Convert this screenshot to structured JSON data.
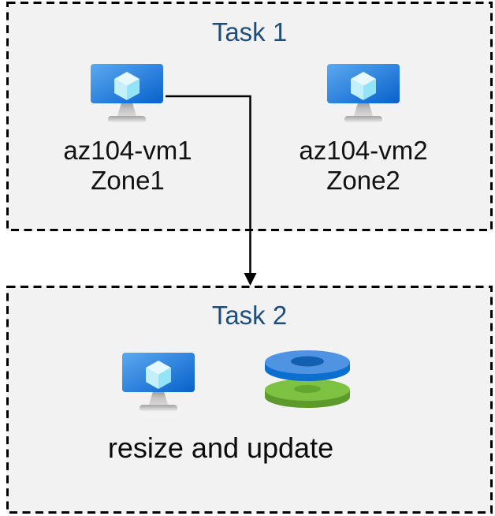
{
  "task1": {
    "title": "Task 1",
    "vms": [
      {
        "name": "az104-vm1",
        "zone": "Zone1"
      },
      {
        "name": "az104-vm2",
        "zone": "Zone2"
      }
    ]
  },
  "task2": {
    "title": "Task 2",
    "caption": "resize and update"
  },
  "arrow": {
    "from": "az104-vm1",
    "to": "Task 2",
    "direction": "down"
  },
  "icons": {
    "vm": "virtual-machine-icon",
    "disks": "managed-disks-icon"
  },
  "colors": {
    "page_background": "#FFFFFF",
    "box_background": "#F2F2F2",
    "box_border": "#000000",
    "title_text": "#1F4E79",
    "label_text": "#111111",
    "arrow": "#000000",
    "monitor_blue_light": "#5BA9F0",
    "monitor_blue_dark": "#0861CB",
    "cube_top": "#E6F9FE",
    "cube_left": "#C4F0FB",
    "cube_right": "#93E4F8",
    "disk_blue_top": "#4E94E2",
    "disk_blue_side": "#0B6FD0",
    "disk_blue_hole": "#1360B2",
    "disk_green_top": "#7DC242",
    "disk_green_side": "#5C9B2B",
    "disk_green_hole": "#63A72F"
  }
}
